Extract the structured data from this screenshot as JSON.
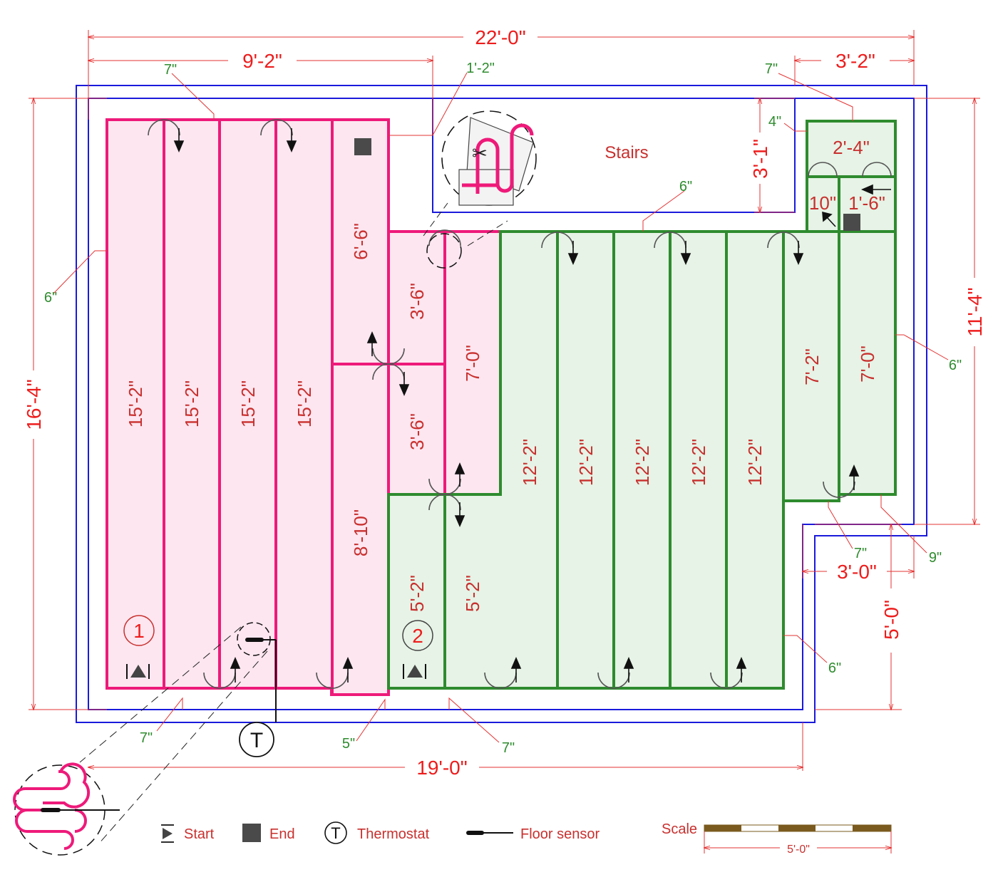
{
  "dimensions": {
    "overall_width": "22'-0\"",
    "zone1_width": "9'-2\"",
    "right_width": "3'-2\"",
    "overall_height": "16'-4\"",
    "right_height": "11'-4\"",
    "bottom_width": "19'-0\"",
    "notch_width": "3'-0\"",
    "notch_height": "5'-0\"",
    "stairs_depth": "3'-1\"",
    "stairs_offset": "1'-2\""
  },
  "offsets": {
    "top_left": "7\"",
    "left": "6\"",
    "bottom_left": "7\"",
    "bottom_mid": "5\"",
    "bottom_green": "7\"",
    "stairs_gap": "6\"",
    "right_top": "7\"",
    "right_corner": "4\"",
    "right_side": "6\"",
    "notch_left": "7\"",
    "notch_right": "9\"",
    "notch_side": "6\""
  },
  "stairs_label": "Stairs",
  "runs": {
    "pink": [
      "15'-2\"",
      "15'-2\"",
      "15'-2\"",
      "15'-2\"",
      "6'-6\"",
      "8'-10\"",
      "3'-6\"",
      "3'-6\"",
      "7'-0\""
    ],
    "green": [
      "5'-2\"",
      "5'-2\"",
      "12'-2\"",
      "12'-2\"",
      "12'-2\"",
      "12'-2\"",
      "12'-2\"",
      "7'-2\"",
      "7'-0\"",
      "2'-4\"",
      "10\"",
      "1'-6\""
    ]
  },
  "zones": [
    "1",
    "2"
  ],
  "thermostat_symbol": "T",
  "legend": {
    "start": "Start",
    "end": "End",
    "thermostat": "Thermostat",
    "thermostat_symbol": "T",
    "sensor": "Floor sensor"
  },
  "scale": {
    "label": "Scale",
    "value": "5'-0\""
  },
  "colors": {
    "wall": "#1a1adc",
    "dimension": "#e53333",
    "zone1_cable": "#ee1a7a",
    "zone1_fill": "#fde6f0",
    "zone2_cable": "#2e8b2e",
    "zone2_fill": "#e6f3e6",
    "offset_text": "#2e8b2e"
  }
}
